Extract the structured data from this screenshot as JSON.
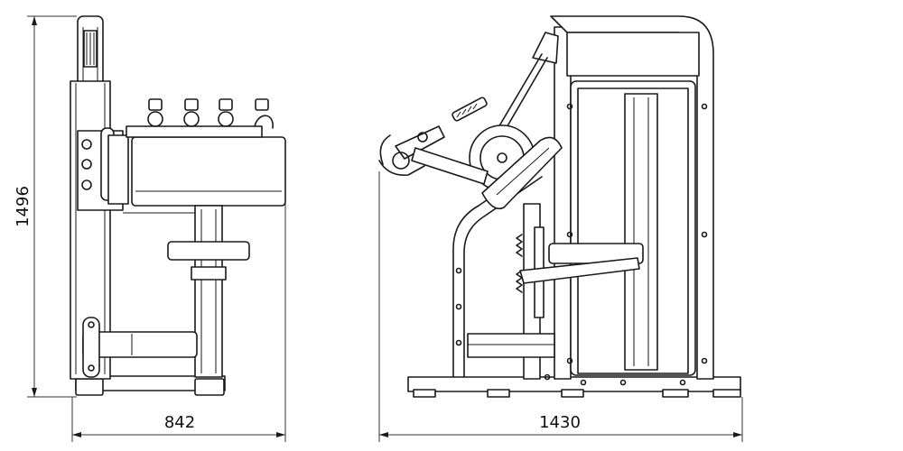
{
  "dimensions": {
    "height_label": "1496",
    "width_front_label": "842",
    "length_side_label": "1430"
  }
}
